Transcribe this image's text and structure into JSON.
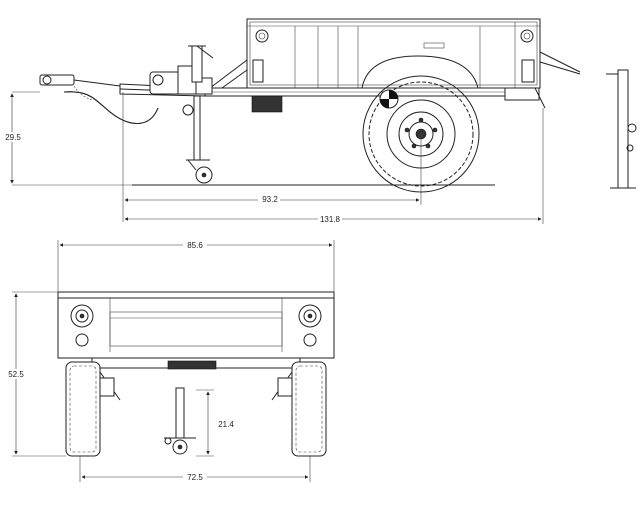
{
  "dimensions": {
    "side_height": "29.5",
    "side_axle_to_hitch": "93.2",
    "side_overall_length": "131.8",
    "front_overall_width": "85.6",
    "front_overall_height": "52.5",
    "front_stand_height": "21.4",
    "front_track_width": "72.5"
  },
  "colors": {
    "line": "#222222",
    "background": "#ffffff"
  }
}
